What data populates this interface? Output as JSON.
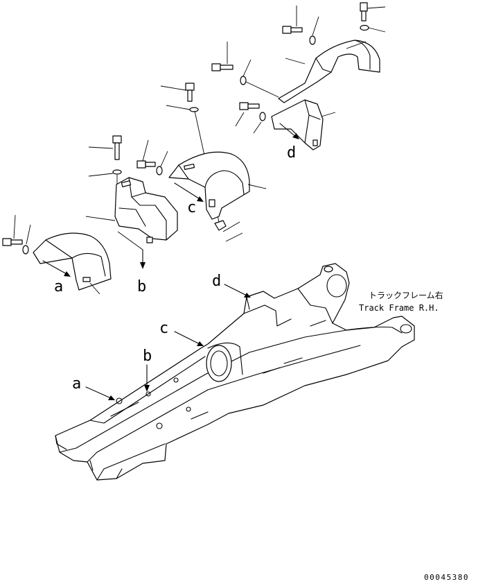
{
  "view_markers": {
    "a": "a",
    "b": "b",
    "c": "c",
    "d": "d"
  },
  "frame_caption": {
    "japanese": "トラックフレーム右",
    "english": "Track Frame R.H."
  },
  "drawing_number": "00045380"
}
